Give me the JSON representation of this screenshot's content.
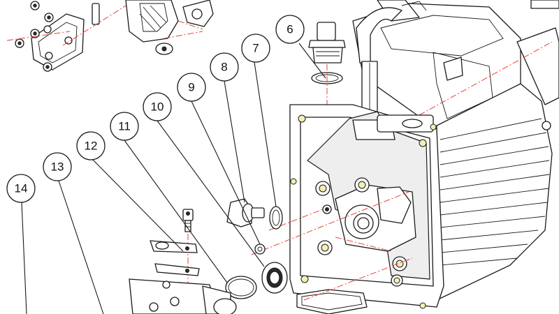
{
  "diagram": {
    "callouts": [
      {
        "label": "6"
      },
      {
        "label": "7"
      },
      {
        "label": "8"
      },
      {
        "label": "9"
      },
      {
        "label": "10"
      },
      {
        "label": "11"
      },
      {
        "label": "12"
      },
      {
        "label": "13"
      },
      {
        "label": "14"
      }
    ],
    "colors": {
      "line": "#1a1a1a",
      "axis_dash": "#e8413a",
      "highlight": "#f3eeb4",
      "background": "#ffffff"
    }
  }
}
